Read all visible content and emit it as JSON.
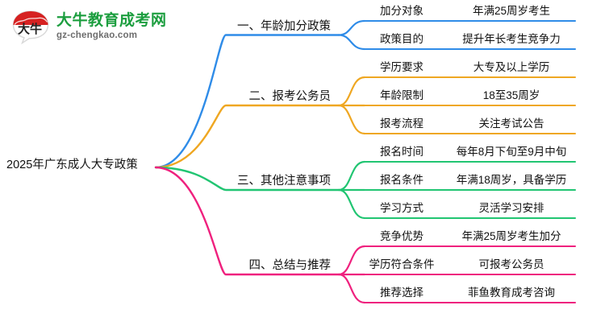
{
  "logo": {
    "name_cn": "大牛教育成考网",
    "domain": "gz-chengkao.com",
    "mark_text": "大牛",
    "brand_color": "#1c9e3f",
    "mark_color": "#d62121"
  },
  "root": {
    "label": "2025年广东成人大专政策"
  },
  "branches": [
    {
      "label": "一、年龄加分政策",
      "color": "#2f8ce8",
      "leaves": [
        {
          "label": "加分对象",
          "value": "年满25周岁考生"
        },
        {
          "label": "政策目的",
          "value": "提升年长考生竞争力"
        }
      ]
    },
    {
      "label": "二、报考公务员",
      "color": "#efa722",
      "leaves": [
        {
          "label": "学历要求",
          "value": "大专及以上学历"
        },
        {
          "label": "年龄限制",
          "value": "18至35周岁"
        },
        {
          "label": "报考流程",
          "value": "关注考试公告"
        }
      ]
    },
    {
      "label": "三、其他注意事项",
      "color": "#21c572",
      "leaves": [
        {
          "label": "报名时间",
          "value": "每年8月下旬至9月中旬"
        },
        {
          "label": "报名条件",
          "value": "年满18周岁，具备学历"
        },
        {
          "label": "学习方式",
          "value": "灵活学习安排"
        }
      ]
    },
    {
      "label": "四、总结与推荐",
      "color": "#ef217e",
      "leaves": [
        {
          "label": "竞争优势",
          "value": "年满25周岁考生加分"
        },
        {
          "label": "学历符合条件",
          "value": "可报考公务员"
        },
        {
          "label": "推荐选择",
          "value": "菲鱼教育成考咨询"
        }
      ]
    }
  ]
}
